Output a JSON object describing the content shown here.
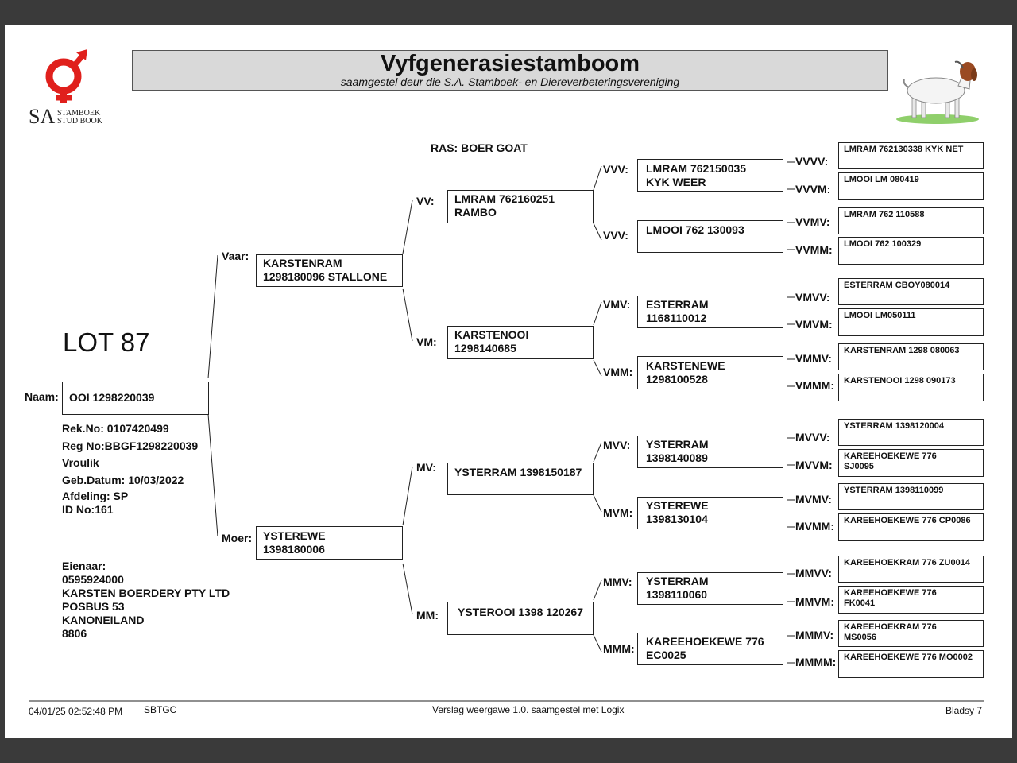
{
  "header": {
    "title": "Vyfgenerasiestamboom",
    "subtitle": "saamgestel deur die S.A. Stamboek- en Diereverbeteringsvereniging",
    "logo_sa": "SA",
    "logo_text1": "STAMBOEK",
    "logo_text2": "STUD BOOK"
  },
  "breed": "RAS: BOER GOAT",
  "lot": "LOT 87",
  "animal": {
    "name_label": "Naam:",
    "name": "OOI 1298220039",
    "details": [
      "Rek.No: 0107420499",
      "Reg No:BBGF1298220039",
      "Vroulik",
      "Geb.Datum: 10/03/2022",
      "Afdeling: SP",
      "ID No:161"
    ]
  },
  "owner": {
    "label": "Eienaar:",
    "lines": [
      "0595924000",
      "KARSTEN BOERDERY PTY LTD",
      "POSBUS 53",
      "KANONEILAND",
      "8806"
    ]
  },
  "pedigree": {
    "V": {
      "label": "Vaar:",
      "lines": [
        "KARSTENRAM",
        "1298180096 STALLONE"
      ]
    },
    "M": {
      "label": "Moer:",
      "lines": [
        "YSTEREWE",
        "1398180006"
      ]
    },
    "VV": {
      "label": "VV:",
      "lines": [
        "LMRAM 762160251",
        "RAMBO"
      ]
    },
    "VM": {
      "label": "VM:",
      "lines": [
        "KARSTENOOI",
        "1298140685"
      ]
    },
    "MV": {
      "label": "MV:",
      "lines": [
        "YSTERRAM 1398150187"
      ]
    },
    "MM": {
      "label": "MM:",
      "lines": [
        "YSTEROOI 1398 120267"
      ]
    },
    "VVV": {
      "label": "VVV:",
      "lines": [
        "LMRAM 762150035",
        "KYK WEER"
      ]
    },
    "VVM": {
      "label": "VVV:",
      "lines": [
        "LMOOI 762 130093"
      ]
    },
    "VMV": {
      "label": "VMV:",
      "lines": [
        "ESTERRAM",
        "1168110012"
      ]
    },
    "VMM": {
      "label": "VMM:",
      "lines": [
        "KARSTENEWE",
        "1298100528"
      ]
    },
    "MVV": {
      "label": "MVV:",
      "lines": [
        "YSTERRAM",
        "1398140089"
      ]
    },
    "MVM": {
      "label": "MVM:",
      "lines": [
        "YSTEREWE",
        "1398130104"
      ]
    },
    "MMV": {
      "label": "MMV:",
      "lines": [
        "YSTERRAM",
        "1398110060"
      ]
    },
    "MMM": {
      "label": "MMM:",
      "lines": [
        "KAREEHOEKEWE 776",
        "EC0025"
      ]
    },
    "VVVV": {
      "label": "VVVV:",
      "lines": [
        "LMRAM 762130338 KYK NET"
      ]
    },
    "VVVM": {
      "label": "VVVM:",
      "lines": [
        "LMOOI LM 080419"
      ]
    },
    "VVMV": {
      "label": "VVMV:",
      "lines": [
        "LMRAM 762 110588"
      ]
    },
    "VVMM": {
      "label": "VVMM:",
      "lines": [
        "LMOOI 762 100329"
      ]
    },
    "VMVV": {
      "label": "VMVV:",
      "lines": [
        "ESTERRAM CBOY080014"
      ]
    },
    "VMVM": {
      "label": "VMVM:",
      "lines": [
        "LMOOI LM050111"
      ]
    },
    "VMMV": {
      "label": "VMMV:",
      "lines": [
        "KARSTENRAM 1298 080063"
      ]
    },
    "VMMM": {
      "label": "VMMM:",
      "lines": [
        "KARSTENOOI 1298 090173"
      ]
    },
    "MVVV": {
      "label": "MVVV:",
      "lines": [
        "YSTERRAM 1398120004"
      ]
    },
    "MVVM": {
      "label": "MVVM:",
      "lines": [
        "KAREEHOEKEWE 776",
        "SJ0095"
      ]
    },
    "MVMV": {
      "label": "MVMV:",
      "lines": [
        "YSTERRAM 1398110099"
      ]
    },
    "MVMM": {
      "label": "MVMM:",
      "lines": [
        "KAREEHOEKEWE 776 CP0086"
      ]
    },
    "MMVV": {
      "label": "MMVV:",
      "lines": [
        "KAREEHOEKRAM 776 ZU0014"
      ]
    },
    "MMVM": {
      "label": "MMVM:",
      "lines": [
        "KAREEHOEKEWE 776",
        "FK0041"
      ]
    },
    "MMMV": {
      "label": "MMMV:",
      "lines": [
        "KAREEHOEKRAM 776",
        "MS0056"
      ]
    },
    "MMMM": {
      "label": "MMMM:",
      "lines": [
        "KAREEHOEKEWE 776 MO0002"
      ]
    }
  },
  "footer": {
    "datetime": "04/01/25 02:52:48 PM",
    "code": "SBTGC",
    "version": "Verslag weergawe 1.0. saamgestel met Logix",
    "page": "Bladsy 7"
  },
  "colors": {
    "logo_red": "#e0201c",
    "title_bg": "#d9d9d9"
  }
}
